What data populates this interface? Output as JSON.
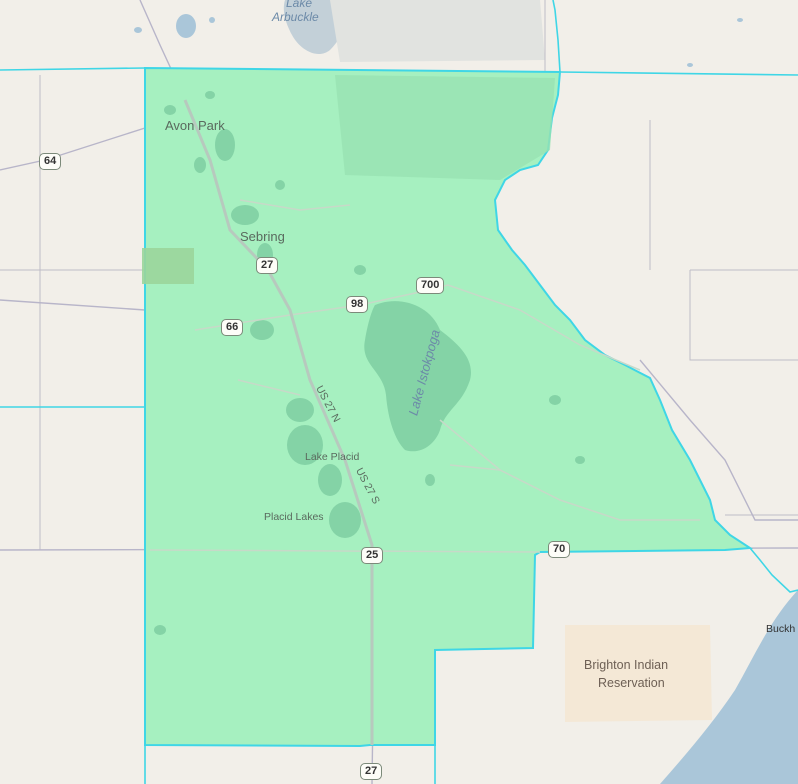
{
  "map": {
    "places": {
      "avon_park": "Avon Park",
      "sebring": "Sebring",
      "lake_placid": "Lake Placid",
      "placid_lakes": "Placid Lakes",
      "buckhead": "Buckh",
      "brighton_line1": "Brighton Indian",
      "brighton_line2": "Reservation"
    },
    "water_labels": {
      "lake_arbuckle_line1": "Lake",
      "lake_arbuckle_line2": "Arbuckle",
      "lake_istokpoga": "Lake Istokpoga"
    },
    "road_labels": {
      "us27_north": "US 27 N",
      "us27_south": "US 27 S"
    },
    "shields": {
      "r64": "64",
      "r27_north": "27",
      "r98": "98",
      "r700": "700",
      "r66": "66",
      "r25": "25",
      "r70": "70",
      "r27_south": "27"
    },
    "colors": {
      "land": "#f2efe9",
      "highlight_fill": "#a6f0c0",
      "highlight_border": "#3fd6e6",
      "water": "#aac6d9",
      "reservation": "#f4e8d6"
    }
  }
}
